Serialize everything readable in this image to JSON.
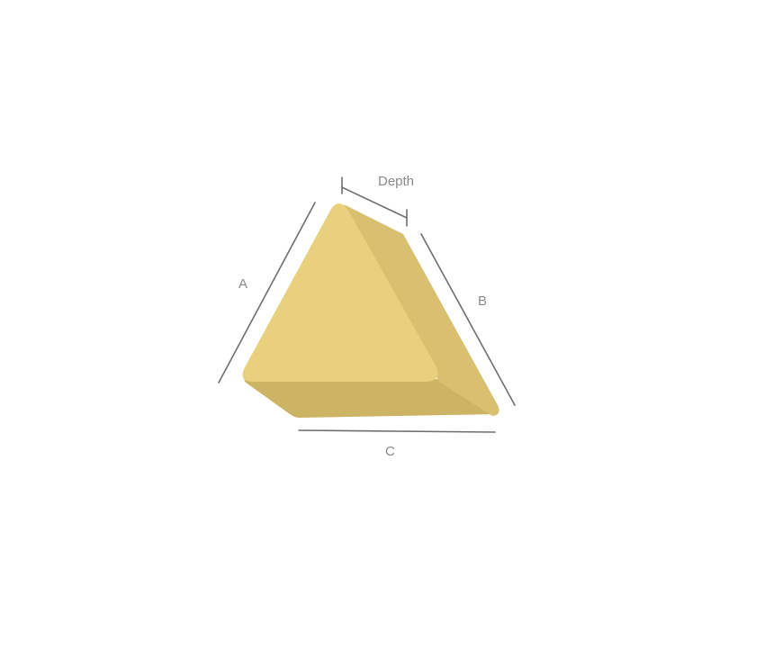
{
  "labels": {
    "depth": "Depth",
    "a": "A",
    "b": "B",
    "c": "C"
  },
  "colors": {
    "front_face": "#E8D07C",
    "right_face": "#D9C070",
    "bottom_face": "#CDB464",
    "dimension_line": "#6E6E6E",
    "label_text": "#8A8A8A",
    "background": "#FFFFFF"
  }
}
